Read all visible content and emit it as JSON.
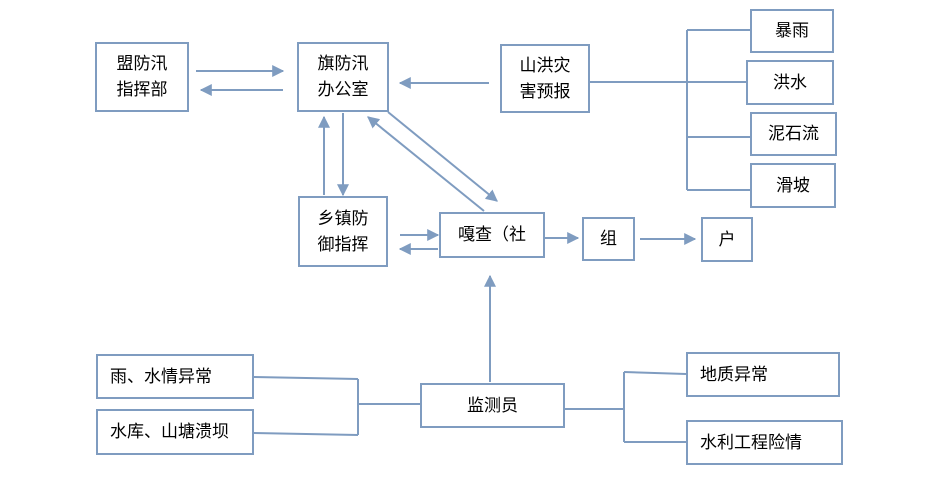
{
  "nodes": {
    "league_hq": "盟防汛\n指挥部",
    "banner_office": "旗防汛\n办公室",
    "flood_warning": "山洪灾\n害预报",
    "rainstorm": "暴雨",
    "flood": "洪水",
    "mudslide": "泥石流",
    "landslide": "滑坡",
    "township_command": "乡镇防\n御指挥",
    "gacha": "嘎查（社",
    "group": "组",
    "household": "户",
    "rain_water_anomaly": "雨、水情异常",
    "reservoir_breach": "水库、山塘溃坝",
    "monitor": "监测员",
    "geo_anomaly": "地质异常",
    "water_project_danger": "水利工程险情"
  },
  "colors": {
    "line": "#7f9cc0",
    "border": "#7f9cc0",
    "text": "#000000"
  }
}
